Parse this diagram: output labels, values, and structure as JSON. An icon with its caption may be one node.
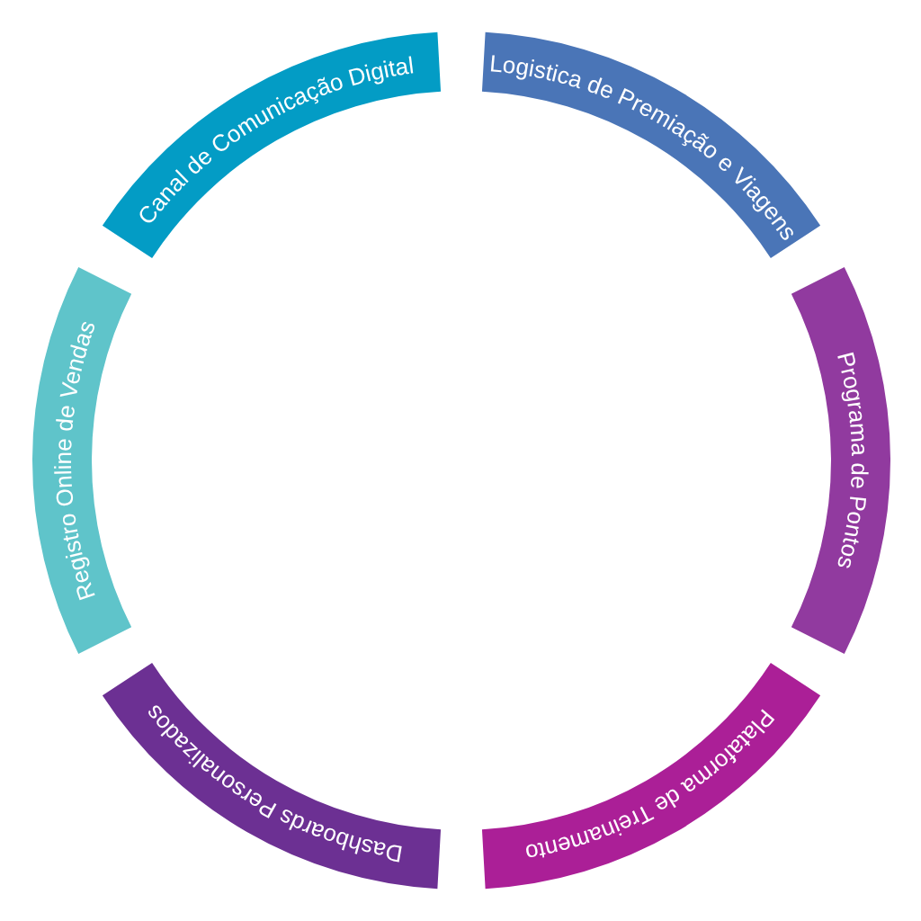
{
  "diagram": {
    "nodes": [
      {
        "text": [
          "Canal de Comunicação Digital"
        ]
      },
      {
        "text": [
          "Logistica de Premiação e Viagens"
        ]
      },
      {
        "text": [
          "Programa de Pontos"
        ]
      },
      {
        "text": [
          "Plataforma de Treinamento"
        ]
      },
      {
        "text": [
          "Dashboards Personalizados"
        ]
      },
      {
        "text": [
          "Registro Online de Vendas"
        ]
      }
    ]
  }
}
